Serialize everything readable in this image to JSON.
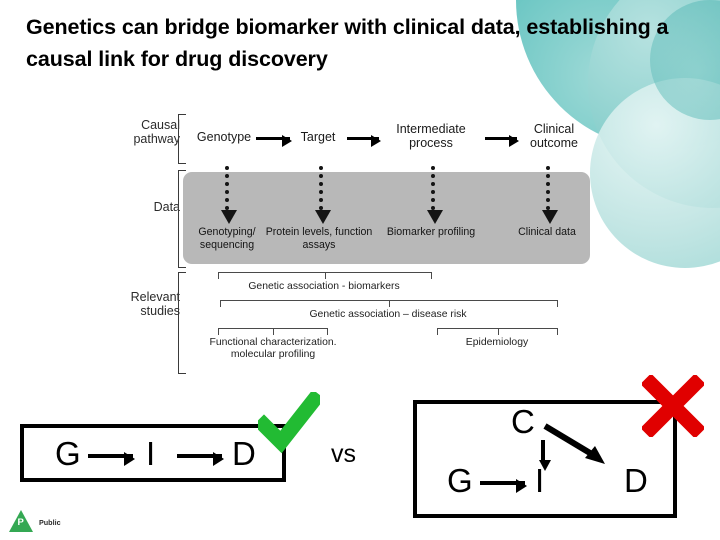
{
  "slide": {
    "title": "Genetics can bridge biomarker with clinical data, establishing a causal link for drug discovery",
    "background_color": "#ffffff",
    "accent_color": "#4cb4b1"
  },
  "figure": {
    "rows": [
      {
        "label": "Causal pathway"
      },
      {
        "label": "Data"
      },
      {
        "label": "Relevant studies"
      }
    ],
    "causal_pathway": {
      "nodes": [
        "Genotype",
        "Target",
        "Intermediate process",
        "Clinical outcome"
      ],
      "connector": "arrow-right"
    },
    "data_band": {
      "fill_color": "#b8b8b8",
      "connector": "dotted-down-arrow",
      "items": [
        "Genotyping/ sequencing",
        "Protein levels, function assays",
        "Biomarker profiling",
        "Clinical data"
      ]
    },
    "relevant_studies": [
      "Genetic association - biomarkers",
      "Genetic association – disease risk",
      "Functional characterization. molecular profiling",
      "Epidemiology"
    ]
  },
  "comparison": {
    "left": {
      "nodes": [
        "G",
        "I",
        "D"
      ],
      "verdict_icon": "green-check-icon",
      "verdict_color": "#22bb33"
    },
    "separator": "vs",
    "right": {
      "nodes": [
        "C",
        "G",
        "I",
        "D"
      ],
      "verdict_icon": "red-x-icon",
      "verdict_color": "#e00000"
    }
  },
  "logo": {
    "initial": "P",
    "text": "Public",
    "color": "#34a853"
  }
}
